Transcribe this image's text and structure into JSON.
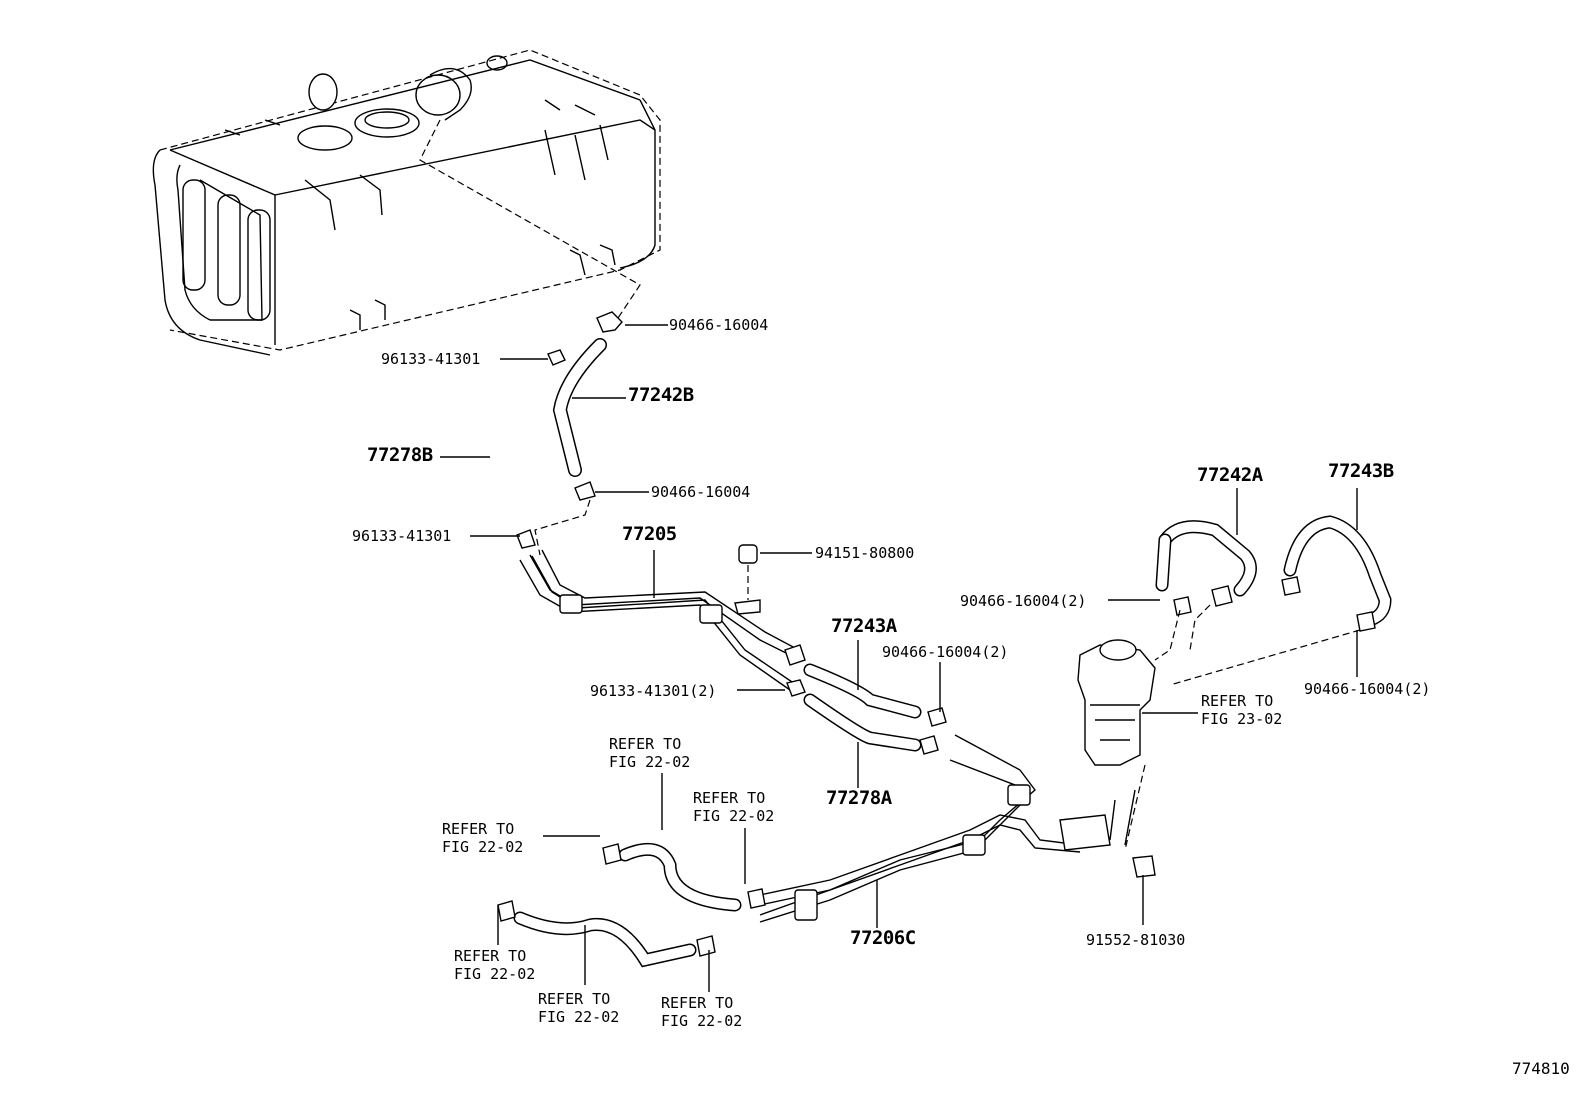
{
  "figure_number": "774810",
  "parts": {
    "p_77278B": "77278B",
    "p_77242B": "77242B",
    "p_77205": "77205",
    "p_77243A": "77243A",
    "p_77278A": "77278A",
    "p_77242A": "77242A",
    "p_77243B": "77243B",
    "p_77206C": "77206C",
    "clamp_top": "90466-16004",
    "clamp_mid": "90466-16004",
    "clip_upper": "96133-41301",
    "clip_lower": "96133-41301",
    "bolt": "94151-80800",
    "clamp_pair_mid": "90466-16004(2)",
    "clip_pair": "96133-41301(2)",
    "clamp_pair_right_a": "90466-16004(2)",
    "clamp_pair_right_b": "90466-16004(2)",
    "screw": "91552-81030"
  },
  "refs": {
    "refer_to": "REFER TO",
    "fig_23_02": "FIG 23-02",
    "fig_22_02": "FIG 22-02"
  }
}
